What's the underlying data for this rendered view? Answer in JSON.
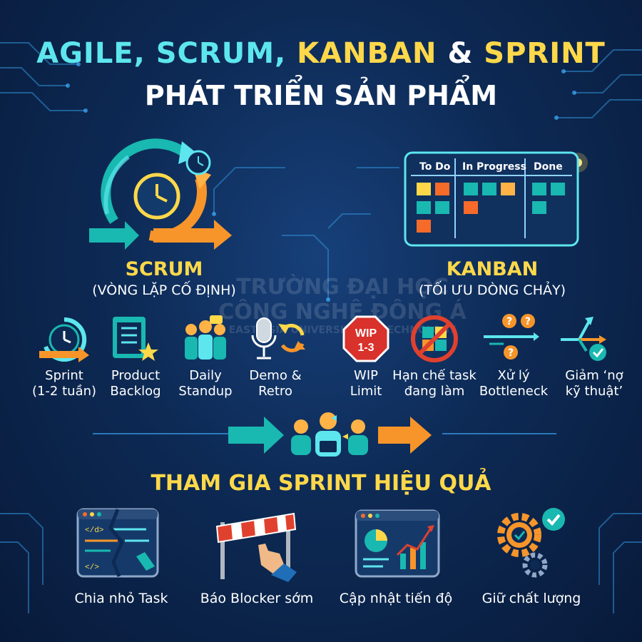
{
  "header": {
    "title_part1": "AGILE, SCRUM,",
    "title_part2": "KANBAN",
    "title_amp": "&",
    "title_part3": "SPRINT",
    "subtitle": "PHÁT TRIỂN SẢN PHẨM"
  },
  "colors": {
    "cyan": "#5de6ee",
    "yellow": "#ffd84a",
    "orange": "#f7952a",
    "teal": "#19b8b0",
    "bg": "#0d2a55"
  },
  "scrum": {
    "title": "SCRUM",
    "subtitle": "(VÒNG LẶP CỐ ĐỊNH)",
    "items": [
      {
        "label_line1": "Sprint",
        "label_line2": "(1-2 tuần)",
        "icon": "sprint-cycle-icon"
      },
      {
        "label_line1": "Product",
        "label_line2": "Backlog",
        "icon": "backlog-clipboard-icon"
      },
      {
        "label_line1": "Daily",
        "label_line2": "Standup",
        "icon": "team-standup-icon"
      },
      {
        "label_line1": "Demo &",
        "label_line2": "Retro",
        "icon": "microphone-retro-icon"
      }
    ]
  },
  "kanban": {
    "title": "KANBAN",
    "subtitle": "(TỐI ƯU DÒNG CHẢY)",
    "board_columns": [
      "To Do",
      "In Progress",
      "Done"
    ],
    "wip_sign_line1": "WIP",
    "wip_sign_line2": "1-3",
    "items": [
      {
        "label_line1": "WIP",
        "label_line2": "Limit",
        "icon": "wip-limit-icon"
      },
      {
        "label_line1": "Hạn chế task",
        "label_line2": "đang làm",
        "icon": "no-multitask-icon"
      },
      {
        "label_line1": "Xử lý",
        "label_line2": "Bottleneck",
        "icon": "bottleneck-icon"
      },
      {
        "label_line1": "Giảm ‘nợ",
        "label_line2": "kỹ thuật’",
        "icon": "tech-debt-icon"
      }
    ]
  },
  "sprint": {
    "title": "THAM GIA SPRINT HIỆU QUẢ",
    "items": [
      {
        "label": "Chia nhỏ Task",
        "icon": "split-task-code-icon"
      },
      {
        "label": "Báo Blocker sớm",
        "icon": "blocker-barrier-icon"
      },
      {
        "label": "Cập nhật tiến độ",
        "icon": "progress-dashboard-icon"
      },
      {
        "label": "Giữ chất lượng",
        "icon": "quality-gears-icon"
      }
    ]
  },
  "watermark": {
    "line1": "TRƯỜNG ĐẠI HỌC",
    "line2": "CÔNG NGHỆ ĐÔNG Á",
    "line3": "EAST ASIA UNIVERSITY OF TECHNOLOGY"
  }
}
